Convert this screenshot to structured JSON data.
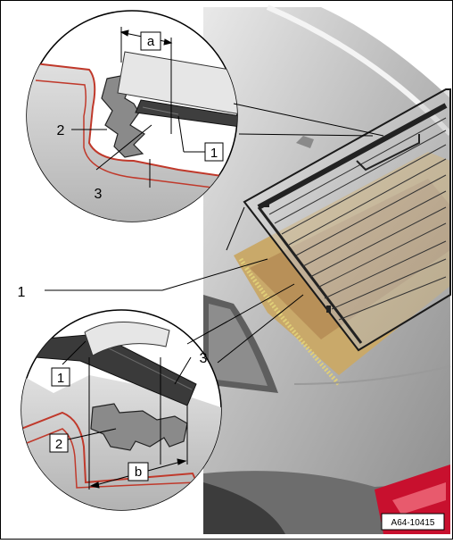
{
  "figure": {
    "reference_code": "A64-10415",
    "dimension_labels": {
      "a": "a",
      "b": "b"
    },
    "callouts": {
      "top_1": "1",
      "top_2": "2",
      "top_3": "3",
      "main_1": "1",
      "bottom_1": "1",
      "bottom_2": "2",
      "bottom_3": "3"
    }
  },
  "colors": {
    "body": "#b9b9b9",
    "body_dark": "#8a8a8a",
    "glass": "#cfcfcf",
    "interior": "#c9a96a",
    "seal": "#4a4a4a",
    "sealing_bead": "#e6e6e6",
    "taillight": "#c8102e",
    "outline_red": "#c0392b"
  }
}
